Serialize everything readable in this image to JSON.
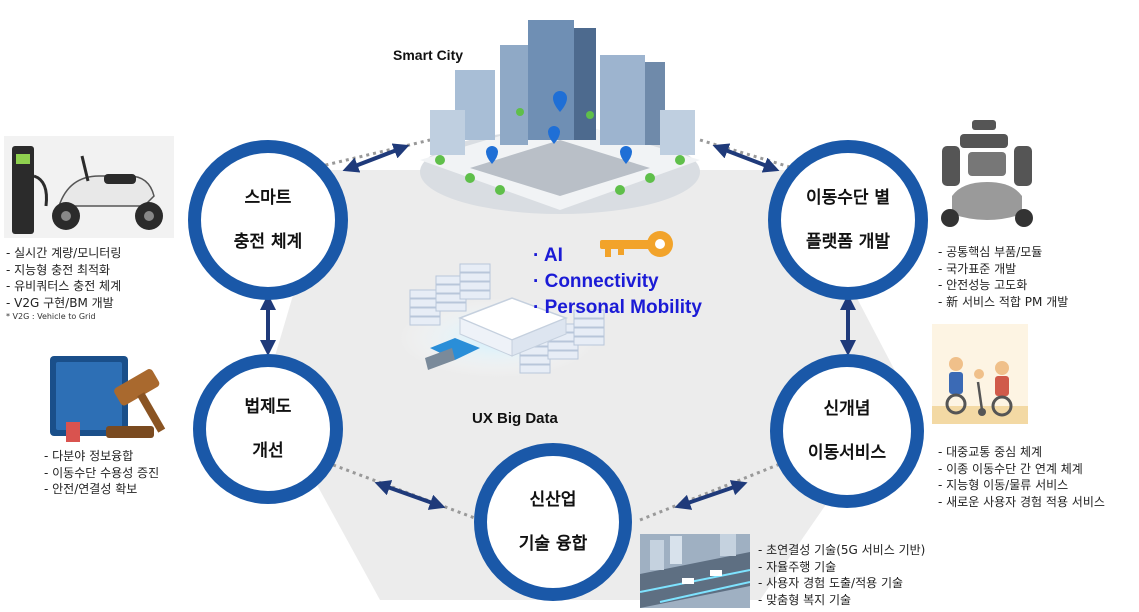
{
  "smart_city_label": "Smart City",
  "ux_label": "UX Big Data",
  "center_items": [
    "· AI",
    "· Connectivity",
    "· Personal Mobility"
  ],
  "nodes": {
    "smart_charging": {
      "line1": "스마트",
      "line2": "충전 체계"
    },
    "platform": {
      "line1": "이동수단 별",
      "line2": "플랫폼 개발"
    },
    "legal": {
      "line1": "법제도",
      "line2": "개선"
    },
    "new_mobility": {
      "line1": "신개념",
      "line2": "이동서비스"
    },
    "convergence": {
      "line1": "신산업",
      "line2": "기술 융합"
    }
  },
  "lists": {
    "smart_charging": [
      "- 실시간 계량/모니터링",
      "- 지능형 충전 최적화",
      "- 유비쿼터스 충전 체계",
      "- V2G 구현/BM 개발"
    ],
    "smart_charging_note": "* V2G : Vehicle to Grid",
    "platform": [
      "- 공통핵심 부품/모듈",
      "- 국가표준 개발",
      "- 안전성능 고도화",
      "- 新 서비스 적합 PM 개발"
    ],
    "legal": [
      "- 다분야 정보융합",
      "- 이동수단 수용성 증진",
      "- 안전/연결성 확보"
    ],
    "new_mobility": [
      "- 대중교통 중심 체계",
      "- 이종 이동수단 간 연계 체계",
      "- 지능형 이동/물류 서비스",
      "- 새로운 사용자 경험 적용 서비스"
    ],
    "convergence": [
      "- 초연결성 기술(5G 서비스 기반)",
      "- 자율주행 기술",
      "- 사용자 경험 도출/적용 기술",
      "- 맞춤형 복지 기술"
    ]
  },
  "colors": {
    "ring": "#1a58a8",
    "arrow": "#1f3a7a",
    "hexagon": "#ececec",
    "center_text": "#1b1bd6",
    "dotted": "#999999"
  }
}
